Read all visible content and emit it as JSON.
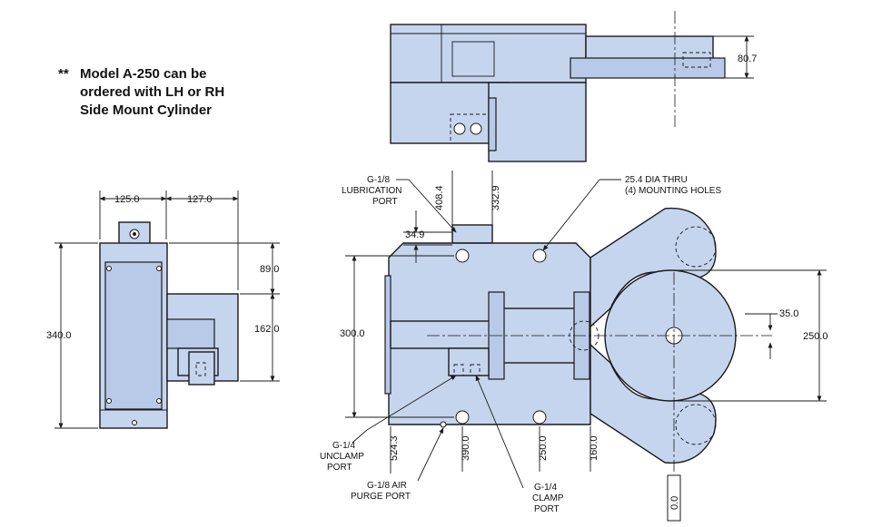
{
  "note": {
    "stars": "**",
    "line1": "Model A-250 can be",
    "line2": "ordered with LH or RH",
    "line3": "Side Mount Cylinder"
  },
  "dimensions": {
    "d80_7": "80.7",
    "d125": "125.0",
    "d127": "127.0",
    "d89": "89.0",
    "d162": "162.0",
    "d340": "340.0",
    "d408_4": "408.4",
    "d332_9": "332.9",
    "d34_9": "34.9",
    "d300": "300.0",
    "d35": "35.0",
    "d250r": "250.0",
    "d524_3": "524.3",
    "d390": "390.0",
    "d250b": "250.0",
    "d160": "160.0",
    "d0": "0.0"
  },
  "labels": {
    "lub1": "G-1/8",
    "lub2": "LUBRICATION",
    "lub3": "PORT",
    "mount1": "25.4 DIA THRU",
    "mount2": "(4) MOUNTING HOLES",
    "unclamp1": "G-1/4",
    "unclamp2": "UNCLAMP",
    "unclamp3": "PORT",
    "purge1": "G-1/8 AIR",
    "purge2": "PURGE PORT",
    "clamp1": "G-1/4",
    "clamp2": "CLAMP",
    "clamp3": "PORT"
  },
  "colors": {
    "part_fill": "#c5d5ee",
    "line": "#1a1a1a"
  }
}
